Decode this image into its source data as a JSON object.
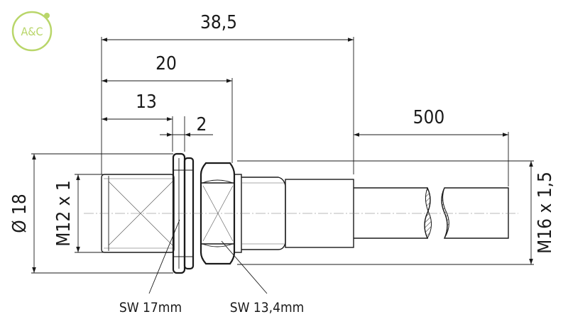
{
  "logo": {
    "text": "A&C",
    "color": "#b9d66a"
  },
  "dimensions": {
    "overall_length": "38,5",
    "length_20": "20",
    "length_13": "13",
    "length_2": "2",
    "cable_length": "500",
    "diameter": "Ø 18",
    "thread_front": "M12 x 1",
    "thread_rear": "M16 x 1,5"
  },
  "callouts": {
    "wrench_nut": "SW 17mm",
    "wrench_hex": "SW 13,4mm"
  }
}
